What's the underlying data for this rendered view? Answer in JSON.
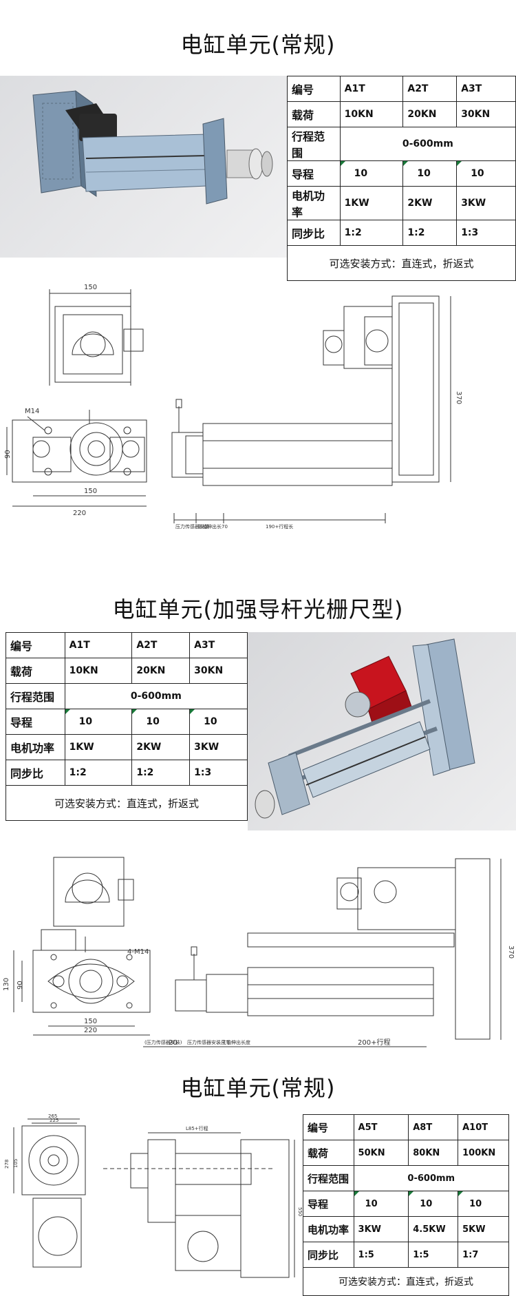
{
  "sections": [
    {
      "title": "电缸单元(常规)",
      "table": {
        "rows": [
          {
            "label": "编号",
            "cells": [
              "A1T",
              "A2T",
              "A3T"
            ]
          },
          {
            "label": "载荷",
            "cells": [
              "10KN",
              "20KN",
              "30KN"
            ]
          },
          {
            "label": "行程范围",
            "span": "0-600mm"
          },
          {
            "label": "导程",
            "cells": [
              "10",
              "10",
              "10"
            ]
          },
          {
            "label": "电机功率",
            "cells": [
              "1KW",
              "2KW",
              "3KW"
            ]
          },
          {
            "label": "同步比",
            "cells": [
              "1:2",
              "1:2",
              "1:3"
            ]
          }
        ],
        "note": "可选安装方式：直连式，折返式"
      },
      "drawing_labels": {
        "width_top": "150",
        "m14": "M14",
        "height_left": "90",
        "width_mid": "150",
        "width_bottom": "220",
        "height_right": "370",
        "length": "190+行程长",
        "seg1": "压力传感器安装",
        "seg2": "主轴伸出长70"
      }
    },
    {
      "title": "电缸单元(加强导杆光栅尺型)",
      "table": {
        "rows": [
          {
            "label": "编号",
            "cells": [
              "A1T",
              "A2T",
              "A3T"
            ]
          },
          {
            "label": "载荷",
            "cells": [
              "10KN",
              "20KN",
              "30KN"
            ]
          },
          {
            "label": "行程范围",
            "span": "0-600mm"
          },
          {
            "label": "导程",
            "cells": [
              "10",
              "10",
              "10"
            ]
          },
          {
            "label": "电机功率",
            "cells": [
              "1KW",
              "2KW",
              "3KW"
            ]
          },
          {
            "label": "同步比",
            "cells": [
              "1:2",
              "1:2",
              "1:3"
            ]
          }
        ],
        "note": "可选安装方式：直连式，折返式"
      },
      "drawing_labels": {
        "m14": "4-M14",
        "height_outer": "130",
        "height_inner": "90",
        "width_mid": "150",
        "width_bottom": "220",
        "height_right": "370",
        "seg0": "(压力传感器安装)",
        "seg0_val": "20",
        "seg1": "压力传感器安装尺寸",
        "seg2": "主轴伸出长度",
        "length": "200+行程"
      }
    },
    {
      "title": "电缸单元(常规)",
      "table": {
        "rows": [
          {
            "label": "编号",
            "cells": [
              "A5T",
              "A8T",
              "A10T"
            ]
          },
          {
            "label": "载荷",
            "cells": [
              "50KN",
              "80KN",
              "100KN"
            ]
          },
          {
            "label": "行程范围",
            "span": "0-600mm"
          },
          {
            "label": "导程",
            "cells": [
              "10",
              "10",
              "10"
            ]
          },
          {
            "label": "电机功率",
            "cells": [
              "3KW",
              "4.5KW",
              "5KW"
            ]
          },
          {
            "label": "同步比",
            "cells": [
              "1:5",
              "1:5",
              "1:7"
            ]
          }
        ],
        "note": "可选安装方式：直连式，折返式"
      },
      "drawing_labels": {
        "w1": "265",
        "w2": "225",
        "h1": "278",
        "h2": "105",
        "len": "L85+行程",
        "h_right": "550"
      }
    }
  ],
  "colors": {
    "render_bg": "#e3e4e6",
    "cylinder_steel": "#8aa7c2",
    "motor_red": "#c8141e",
    "tick_green": "#1a7a3a"
  }
}
